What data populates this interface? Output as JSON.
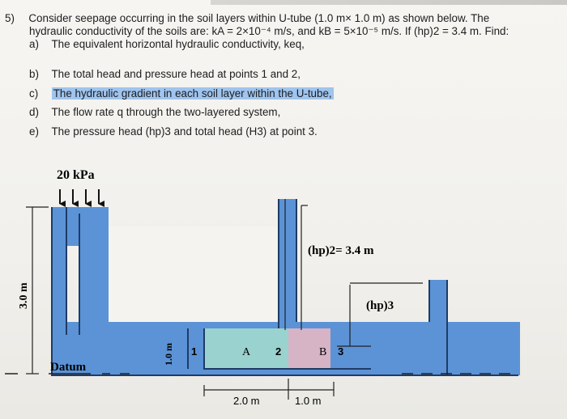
{
  "problem": {
    "number": "5)",
    "line1": "Consider seepage occurring in the soil layers within U-tube (1.0 m× 1.0 m) as shown below. The",
    "line2": "hydraulic conductivity of the soils are: kA = 2×10⁻⁴ m/s, and kB = 5×10⁻⁵ m/s. If (hp)2 = 3.4 m. Find:",
    "items": [
      {
        "letter": "a)",
        "text": "The equivalent horizontal hydraulic conductivity, keq,"
      },
      {
        "letter": "b)",
        "text": "The total head and pressure head at points 1 and 2,"
      },
      {
        "letter": "c)",
        "text": "The hydraulic gradient in each soil layer within the U-tube,"
      },
      {
        "letter": "d)",
        "text": "The flow rate q through the two-layered system,"
      },
      {
        "letter": "e)",
        "text": "The pressure head (hp)3 and total head (H3) at point 3."
      }
    ]
  },
  "diagram": {
    "pressure_label": "20 kPa",
    "height_label": "3.0 m",
    "datum_label": "Datum",
    "tube_size_label": "1.0 m",
    "hp2_label": "(hp)2= 3.4 m",
    "hp3_label": "(hp)3",
    "soil_a_label": "A",
    "soil_b_label": "B",
    "point1": "1",
    "point2": "2",
    "point3": "3",
    "len_a_label": "2.0 m",
    "len_b_label": "1.0 m",
    "colors": {
      "tube": "#5b93d6",
      "tube_edge": "#1f3b66",
      "soil_a": "#9ad2cf",
      "soil_b": "#d7b3c6"
    }
  }
}
